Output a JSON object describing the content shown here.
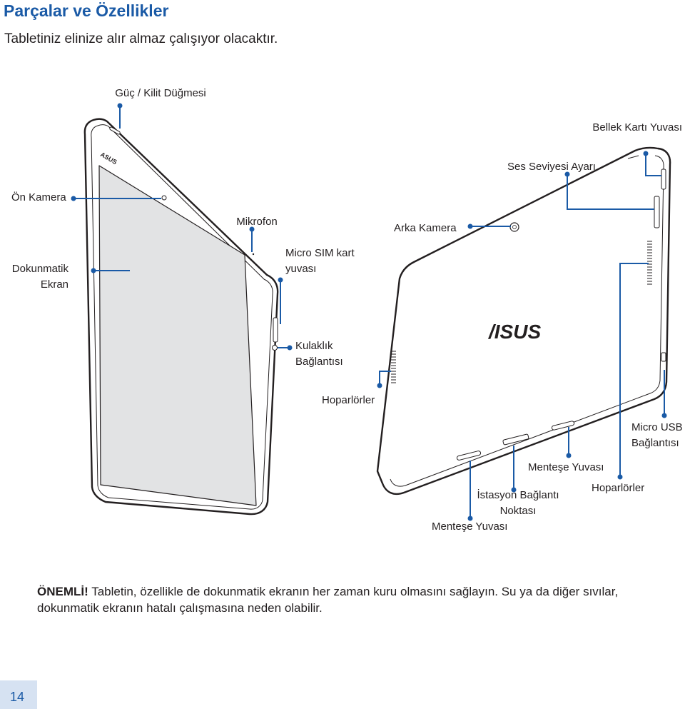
{
  "header": {
    "title": "Parçalar ve Özellikler",
    "subtitle": "Tabletiniz elinize alır almaz çalışıyor olacaktır."
  },
  "labels": {
    "power_lock": "Güç / Kilit Düğmesi",
    "memory_card": "Bellek Kartı Yuvası",
    "volume": "Ses Seviyesi Ayarı",
    "front_camera": "Ön Kamera",
    "microphone": "Mikrofon",
    "rear_camera": "Arka Kamera",
    "touch_screen_1": "Dokunmatik",
    "touch_screen_2": "Ekran",
    "micro_sim_1": "Micro SIM kart",
    "micro_sim_2": "yuvası",
    "headphone_1": "Kulaklık",
    "headphone_2": "Bağlantısı",
    "speakers_left": "Hoparlörler",
    "micro_usb_1": "Micro USB",
    "micro_usb_2": "Bağlantısı",
    "hinge_right": "Menteşe Yuvası",
    "speakers_right": "Hoparlörler",
    "dock_1": "İstasyon Bağlantı",
    "dock_2": "Noktası",
    "hinge_bottom": "Menteşe Yuvası"
  },
  "device": {
    "logo_text": "/ISUS",
    "small_logo": "ASUS"
  },
  "note": {
    "bold": "ÖNEMLİ!",
    "text": " Tabletin, özellikle de dokunmatik ekranın her zaman kuru olmasını sağlayın. Su ya da diğer sıvılar, dokunmatik ekranın hatalı çalışmasına neden olabilir."
  },
  "footer": {
    "page_number": "14"
  },
  "colors": {
    "accent": "#1a5aa6",
    "callout_line": "#1a5aa6",
    "device_outline": "#231f20"
  }
}
